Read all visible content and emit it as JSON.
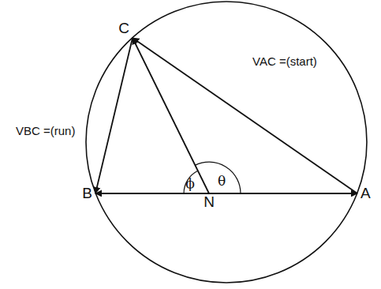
{
  "diagram": {
    "nodes": [
      {
        "text": [
          "A"
        ]
      },
      {
        "text": [
          "B"
        ]
      },
      {
        "text": [
          "C"
        ]
      },
      {
        "text": [
          "N"
        ]
      }
    ],
    "edges": [
      {
        "from": 3,
        "to": 0,
        "arrow": "to"
      },
      {
        "from": 3,
        "to": 1,
        "arrow": "to"
      },
      {
        "from": 3,
        "to": 2,
        "arrow": "to"
      },
      {
        "from": 0,
        "to": 2,
        "label": "VAC =(start)",
        "arrow": "to"
      },
      {
        "from": 2,
        "to": 1,
        "label": "VBC =(run)",
        "arrow": "to"
      }
    ],
    "labels": [
      "ϕ",
      "θ"
    ]
  }
}
